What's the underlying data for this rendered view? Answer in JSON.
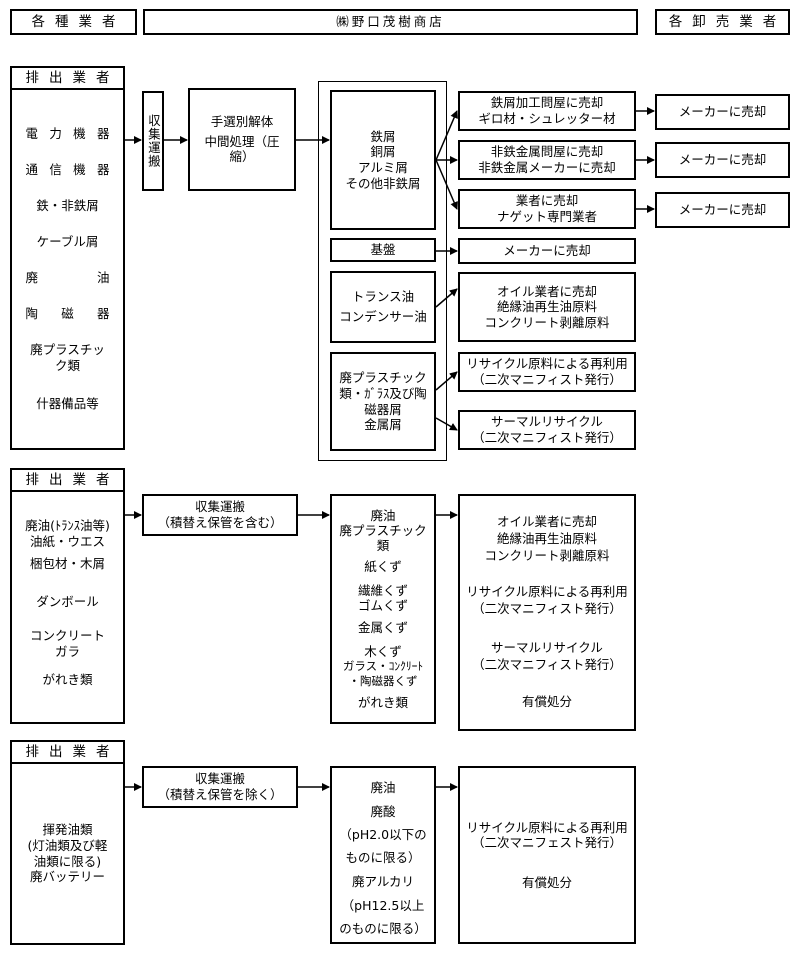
{
  "top_headers": {
    "left": "各種業者",
    "center": "㈱野口茂樹商店",
    "right": "各卸売業者"
  },
  "section1": {
    "header": "排出業者",
    "sources": [
      "電力機器",
      "通信機器",
      "鉄・非鉄屑",
      "ケーブル屑",
      "廃油",
      "陶磁器",
      "廃プラスチック類",
      "什器備品等"
    ],
    "collection": "収集運搬",
    "processing": [
      "手選別解体",
      "中間処理（圧縮）"
    ],
    "metals": [
      "鉄屑",
      "銅屑",
      "アルミ屑",
      "その他非鉄屑"
    ],
    "board": "基盤",
    "oils": [
      "トランス油",
      "コンデンサー油"
    ],
    "plastics": [
      "廃プラスチック類・ｶﾞﾗｽ及び陶磁器屑",
      "金属屑"
    ],
    "dest_iron": [
      "鉄屑加工問屋に売却",
      "ギロ材・シュレッター材"
    ],
    "dest_nonferrous": [
      "非鉄金属問屋に売却",
      "非鉄金属メーカーに売却"
    ],
    "dest_nugget": [
      "業者に売却",
      "ナゲット専門業者"
    ],
    "maker_sale": "メーカーに売却",
    "dest_board": "メーカーに売却",
    "dest_oil": [
      "オイル業者に売却",
      "絶縁油再生油原料",
      "コンクリート剥離原料"
    ],
    "dest_recycle": [
      "リサイクル原料による再利用",
      "（二次マニフィスト発行）"
    ],
    "dest_thermal": [
      "サーマルリサイクル",
      "（二次マニフィスト発行）"
    ]
  },
  "section2": {
    "header": "排出業者",
    "sources": [
      "廃油(ﾄﾗﾝｽ油等)",
      "油紙・ウエス",
      "梱包材・木屑",
      "ダンボール",
      "コンクリートガラ",
      "がれき類"
    ],
    "collection": [
      "収集運搬",
      "（積替え保管を含む）"
    ],
    "materials": [
      "廃油",
      "廃プラスチック",
      "類",
      "紙くず",
      "繊維くず",
      "ゴムくず",
      "金属くず",
      "木くず",
      "ガラス・ｺﾝｸﾘｰﾄ",
      "・陶磁器くず",
      "がれき類"
    ],
    "destinations": [
      "オイル業者に売却",
      "絶縁油再生油原料",
      "コンクリート剥離原料",
      "リサイクル原料による再利用",
      "（二次マニフィスト発行）",
      "サーマルリサイクル",
      "（二次マニフィスト発行）",
      "有償処分"
    ]
  },
  "section3": {
    "header": "排出業者",
    "sources": [
      "揮発油類",
      "(灯油類及び軽",
      "油類に限る)",
      "廃バッテリー"
    ],
    "collection": [
      "収集運搬",
      "（積替え保管を除く）"
    ],
    "materials": [
      "廃油",
      "廃酸",
      "（pH2.0以下の",
      "ものに限る）",
      "廃アルカリ",
      "（pH12.5以上",
      "のものに限る）"
    ],
    "destinations": [
      "リサイクル原料による再利用",
      "（二次マニフェスト発行）",
      "有償処分"
    ]
  }
}
